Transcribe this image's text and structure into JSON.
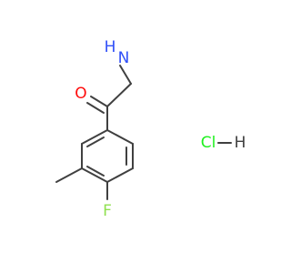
{
  "molecule": {
    "atoms": {
      "amine_h": "H",
      "amine_n": "N",
      "oxygen": "O",
      "fluorine": "F",
      "chlorine": "Cl",
      "salt_hydrogen": "H"
    },
    "colors": {
      "bond": "#404040",
      "oxygen": "#ff0d0d",
      "nitrogen": "#3050f8",
      "fluorine": "#90e050",
      "chlorine": "#1ff01f",
      "hydrogen": "#404040",
      "background": "#ffffff"
    }
  }
}
